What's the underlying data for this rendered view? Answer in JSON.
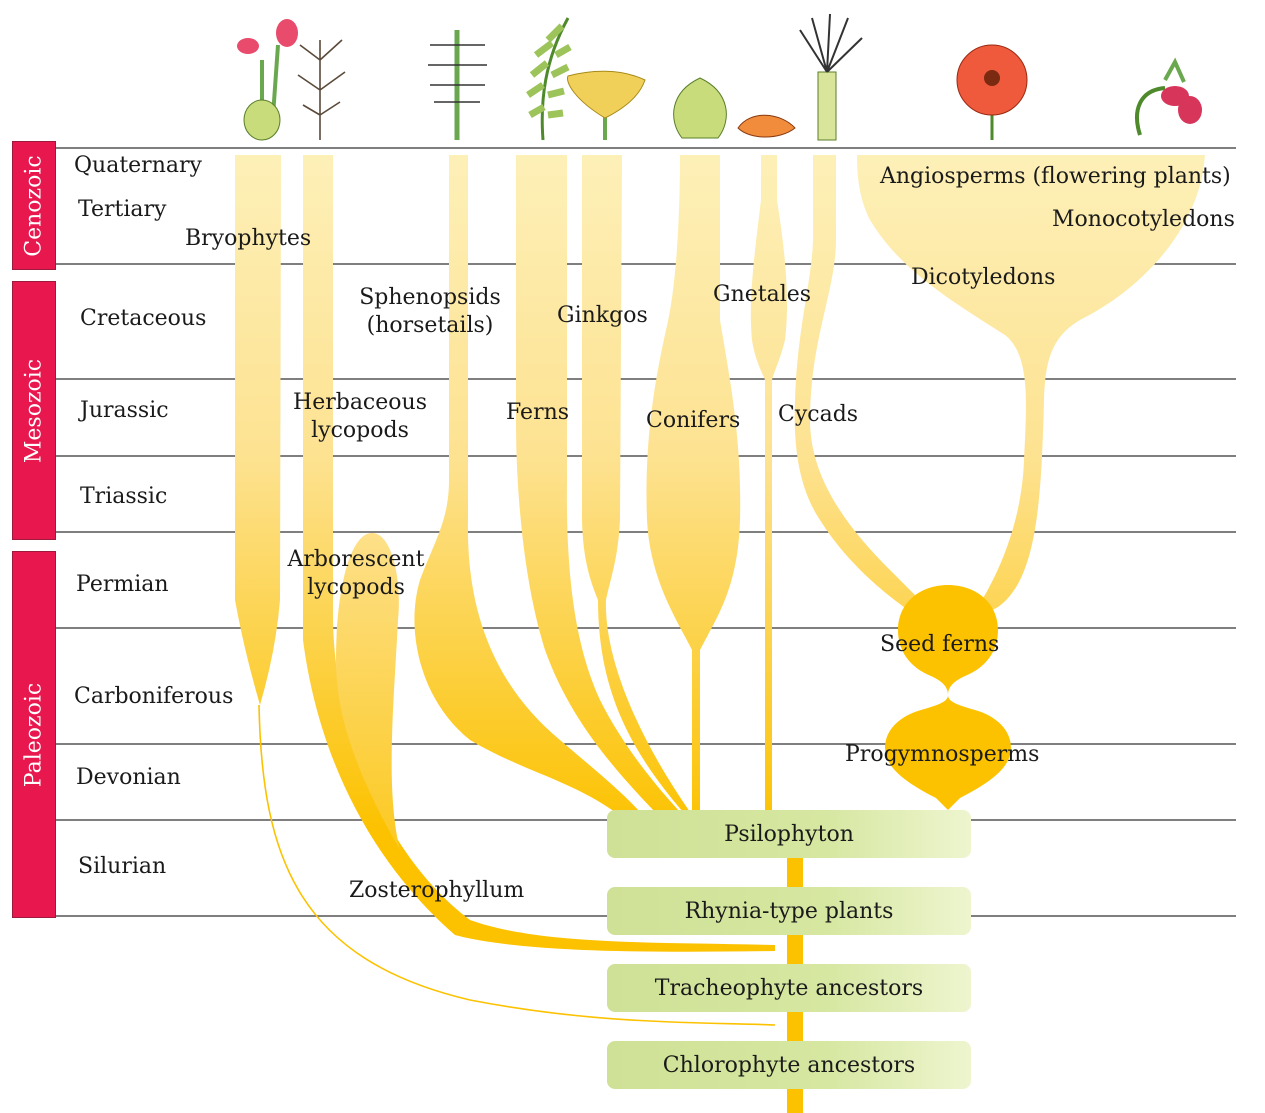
{
  "eras": [
    {
      "name": "Cenozoic"
    },
    {
      "name": "Mesozoic"
    },
    {
      "name": "Paleozoic"
    }
  ],
  "periods": [
    "Quaternary",
    "Tertiary",
    "Cretaceous",
    "Jurassic",
    "Triassic",
    "Permian",
    "Carboniferous",
    "Devonian",
    "Silurian"
  ],
  "groups": {
    "bryophytes": "Bryophytes",
    "sphenopsids": "Sphenopsids",
    "horsetails": "(horsetails)",
    "ginkgos": "Ginkgos",
    "gnetales": "Gnetales",
    "angiosperms": "Angiosperms (flowering plants)",
    "monocots": "Monocotyledons",
    "dicots": "Dicotyledons",
    "herbaceous1": "Herbaceous",
    "herbaceous2": "lycopods",
    "ferns": "Ferns",
    "conifers": "Conifers",
    "cycads": "Cycads",
    "arborescent1": "Arborescent",
    "arborescent2": "lycopods",
    "seed_ferns": "Seed ferns",
    "progymnosperms": "Progymnosperms",
    "zosterophyllum": "Zosterophyllum"
  },
  "ancestors": [
    "Psilophyton",
    "Rhynia-type plants",
    "Tracheophyte ancestors",
    "Chlorophyte ancestors"
  ],
  "colors": {
    "branch_light": "#fdf0b8",
    "branch_dark": "#fcc200",
    "era_box": "#e8174e",
    "box_green": "#d3e59d"
  }
}
